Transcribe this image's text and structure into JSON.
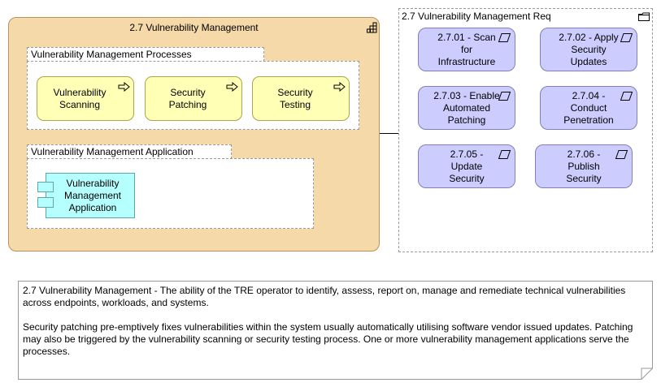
{
  "capability": {
    "title": "2.7 Vulnerability Management",
    "icon": "capability-icon"
  },
  "process_group": {
    "title": "Vulnerability Management Processes",
    "items": [
      {
        "label": "Vulnerability Scanning",
        "line1": "Vulnerability",
        "line2": "Scanning",
        "icon": "process-arrow-icon"
      },
      {
        "label": "Security Patching",
        "line1": "Security",
        "line2": "Patching",
        "icon": "process-arrow-icon"
      },
      {
        "label": "Security Testing",
        "line1": "Security",
        "line2": "Testing",
        "icon": "process-arrow-icon"
      }
    ]
  },
  "application_group": {
    "title": "Vulnerability Management Application",
    "component": {
      "line1": "Vulnerability",
      "line2": "Management",
      "line3": "Application",
      "icon": "application-component-icon"
    }
  },
  "requirements_group": {
    "title": "2.7 Vulnerability Management Req",
    "icon": "folder-icon",
    "items": [
      {
        "line1": "2.7.01 - Scan",
        "line2": "for",
        "line3": "Infrastructure",
        "icon": "requirement-icon"
      },
      {
        "line1": "2.7.02 - Apply",
        "line2": "Security",
        "line3": "Updates",
        "icon": "requirement-icon"
      },
      {
        "line1": "2.7.03 - Enable",
        "line2": "Automated",
        "line3": "Patching",
        "icon": "requirement-icon"
      },
      {
        "line1": "2.7.04 -",
        "line2": "Conduct",
        "line3": "Penetration",
        "icon": "requirement-icon"
      },
      {
        "line1": "2.7.05 -",
        "line2": "Update",
        "line3": "Security",
        "icon": "requirement-icon"
      },
      {
        "line1": "2.7.06 -",
        "line2": "Publish",
        "line3": "Security",
        "icon": "requirement-icon"
      }
    ]
  },
  "note": {
    "paragraph1": "2.7 Vulnerability Management - The ability of the TRE operator to identify, assess, report on, manage and remediate technical vulnerabilities across endpoints, workloads, and systems.",
    "paragraph2": "Security patching pre-emptively fixes vulnerabilities within the system usually automatically utilising software vendor issued updates. Patching may also be triggered by the vulnerability scanning or security testing process. One or more vulnerability management applications serve the processes."
  },
  "colors": {
    "capability_fill": "#f5d9a8",
    "process_fill": "#ffffb5",
    "application_fill": "#b5ffff",
    "requirement_fill": "#ccccff"
  }
}
